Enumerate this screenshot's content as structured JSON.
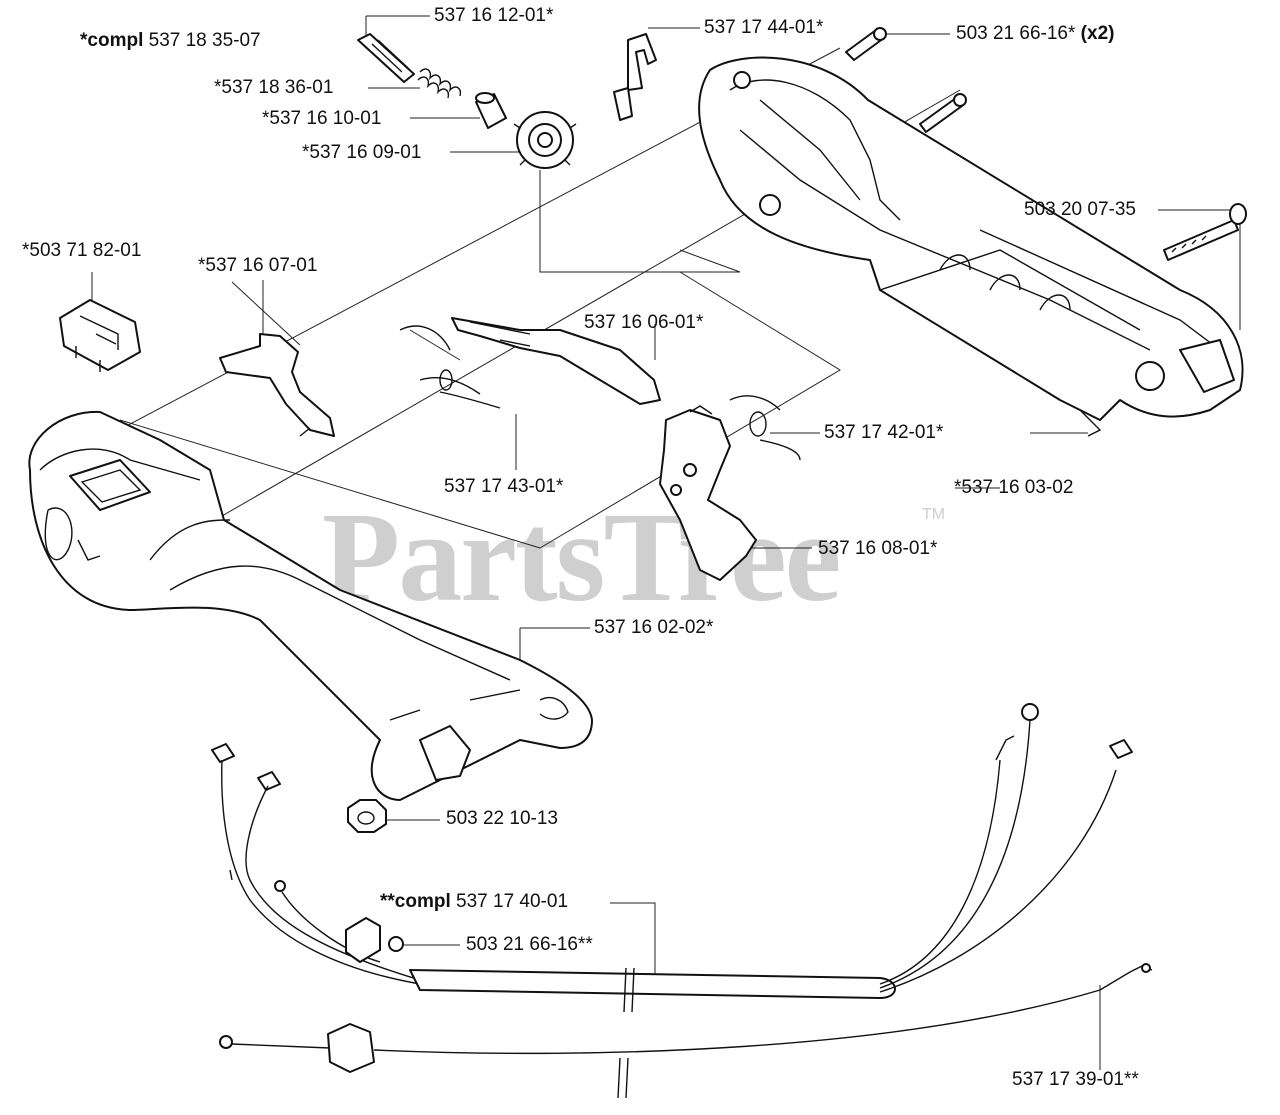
{
  "watermark": {
    "text": "PartsTree",
    "trademark": "TM"
  },
  "labels": {
    "compl_1": {
      "prefix": "*compl",
      "number": "537 18 35-07"
    },
    "p_537_16_12": "537 16 12-01*",
    "p_537_17_44": "537 17 44-01*",
    "p_503_21_66_x2": {
      "number": "503 21 66-16*",
      "qty": "(x2)"
    },
    "p_537_18_36": "*537 18 36-01",
    "p_537_16_10": "*537 16 10-01",
    "p_537_16_09": "*537 16 09-01",
    "p_503_20_07": "503 20 07-35",
    "p_503_71_82": "*503 71 82-01",
    "p_537_16_07": "*537 16 07-01",
    "p_537_16_06": "537 16 06-01*",
    "p_537_17_42": "537 17 42-01*",
    "p_537_17_43": "537 17 43-01*",
    "p_537_16_03": "*537 16 03-02",
    "p_537_16_08": "537 16 08-01*",
    "p_537_16_02": "537 16 02-02*",
    "p_503_22_10": "503 22 10-13",
    "compl_2": {
      "prefix": "**compl",
      "number": "537 17 40-01"
    },
    "p_503_21_66_dd": "503 21 66-16**",
    "p_537_17_39": "537 17 39-01**"
  }
}
